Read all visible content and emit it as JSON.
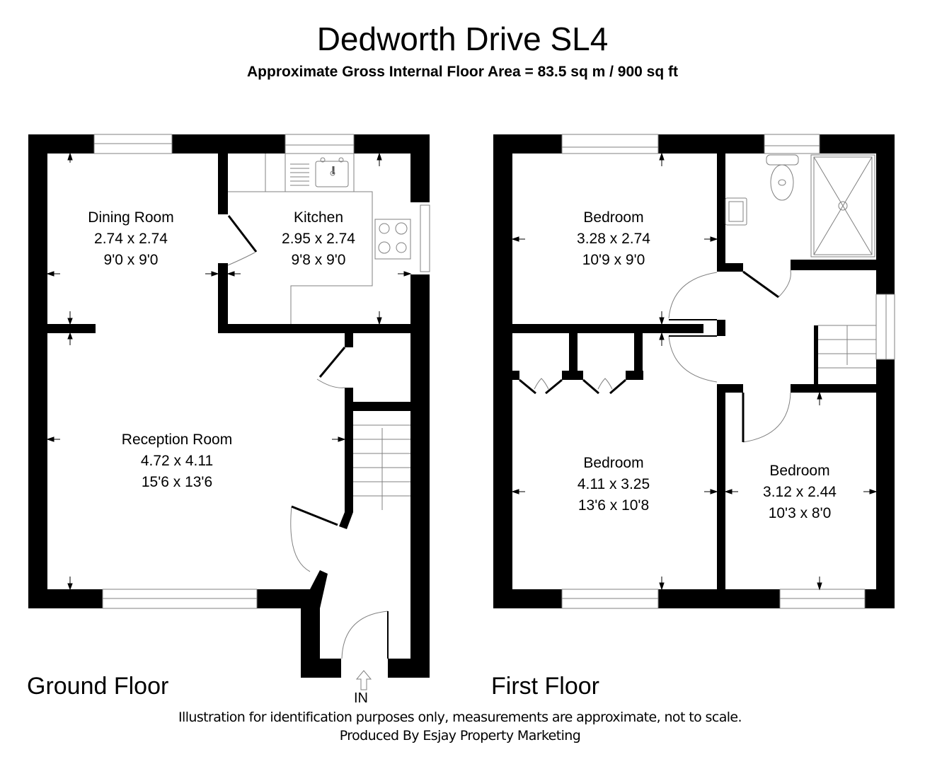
{
  "header": {
    "title": "Dedworth Drive SL4",
    "subtitle": "Approximate Gross Internal Floor Area = 83.5 sq m / 900 sq ft"
  },
  "ground_floor": {
    "label": "Ground Floor",
    "entrance_label": "IN",
    "rooms": [
      {
        "name": "Dining Room",
        "metric": "2.74 x 2.74",
        "imperial": "9'0 x 9'0"
      },
      {
        "name": "Kitchen",
        "metric": "2.95 x 2.74",
        "imperial": "9'8 x 9'0"
      },
      {
        "name": "Reception Room",
        "metric": "4.72 x 4.11",
        "imperial": "15'6 x 13'6"
      }
    ]
  },
  "first_floor": {
    "label": "First Floor",
    "rooms": [
      {
        "name": "Bedroom",
        "metric": "3.28 x 2.74",
        "imperial": "10'9 x 9'0"
      },
      {
        "name": "Bedroom",
        "metric": "4.11 x 3.25",
        "imperial": "13'6 x 10'8"
      },
      {
        "name": "Bedroom",
        "metric": "3.12 x 2.44",
        "imperial": "10'3 x 8'0"
      }
    ]
  },
  "footer": {
    "disclaimer": "Illustration for identification purposes only, measurements are approximate, not to scale.",
    "credit": "Produced By Esjay Property Marketing"
  },
  "colors": {
    "wall": "#000000",
    "fixture_line": "#808080",
    "background": "#ffffff"
  }
}
